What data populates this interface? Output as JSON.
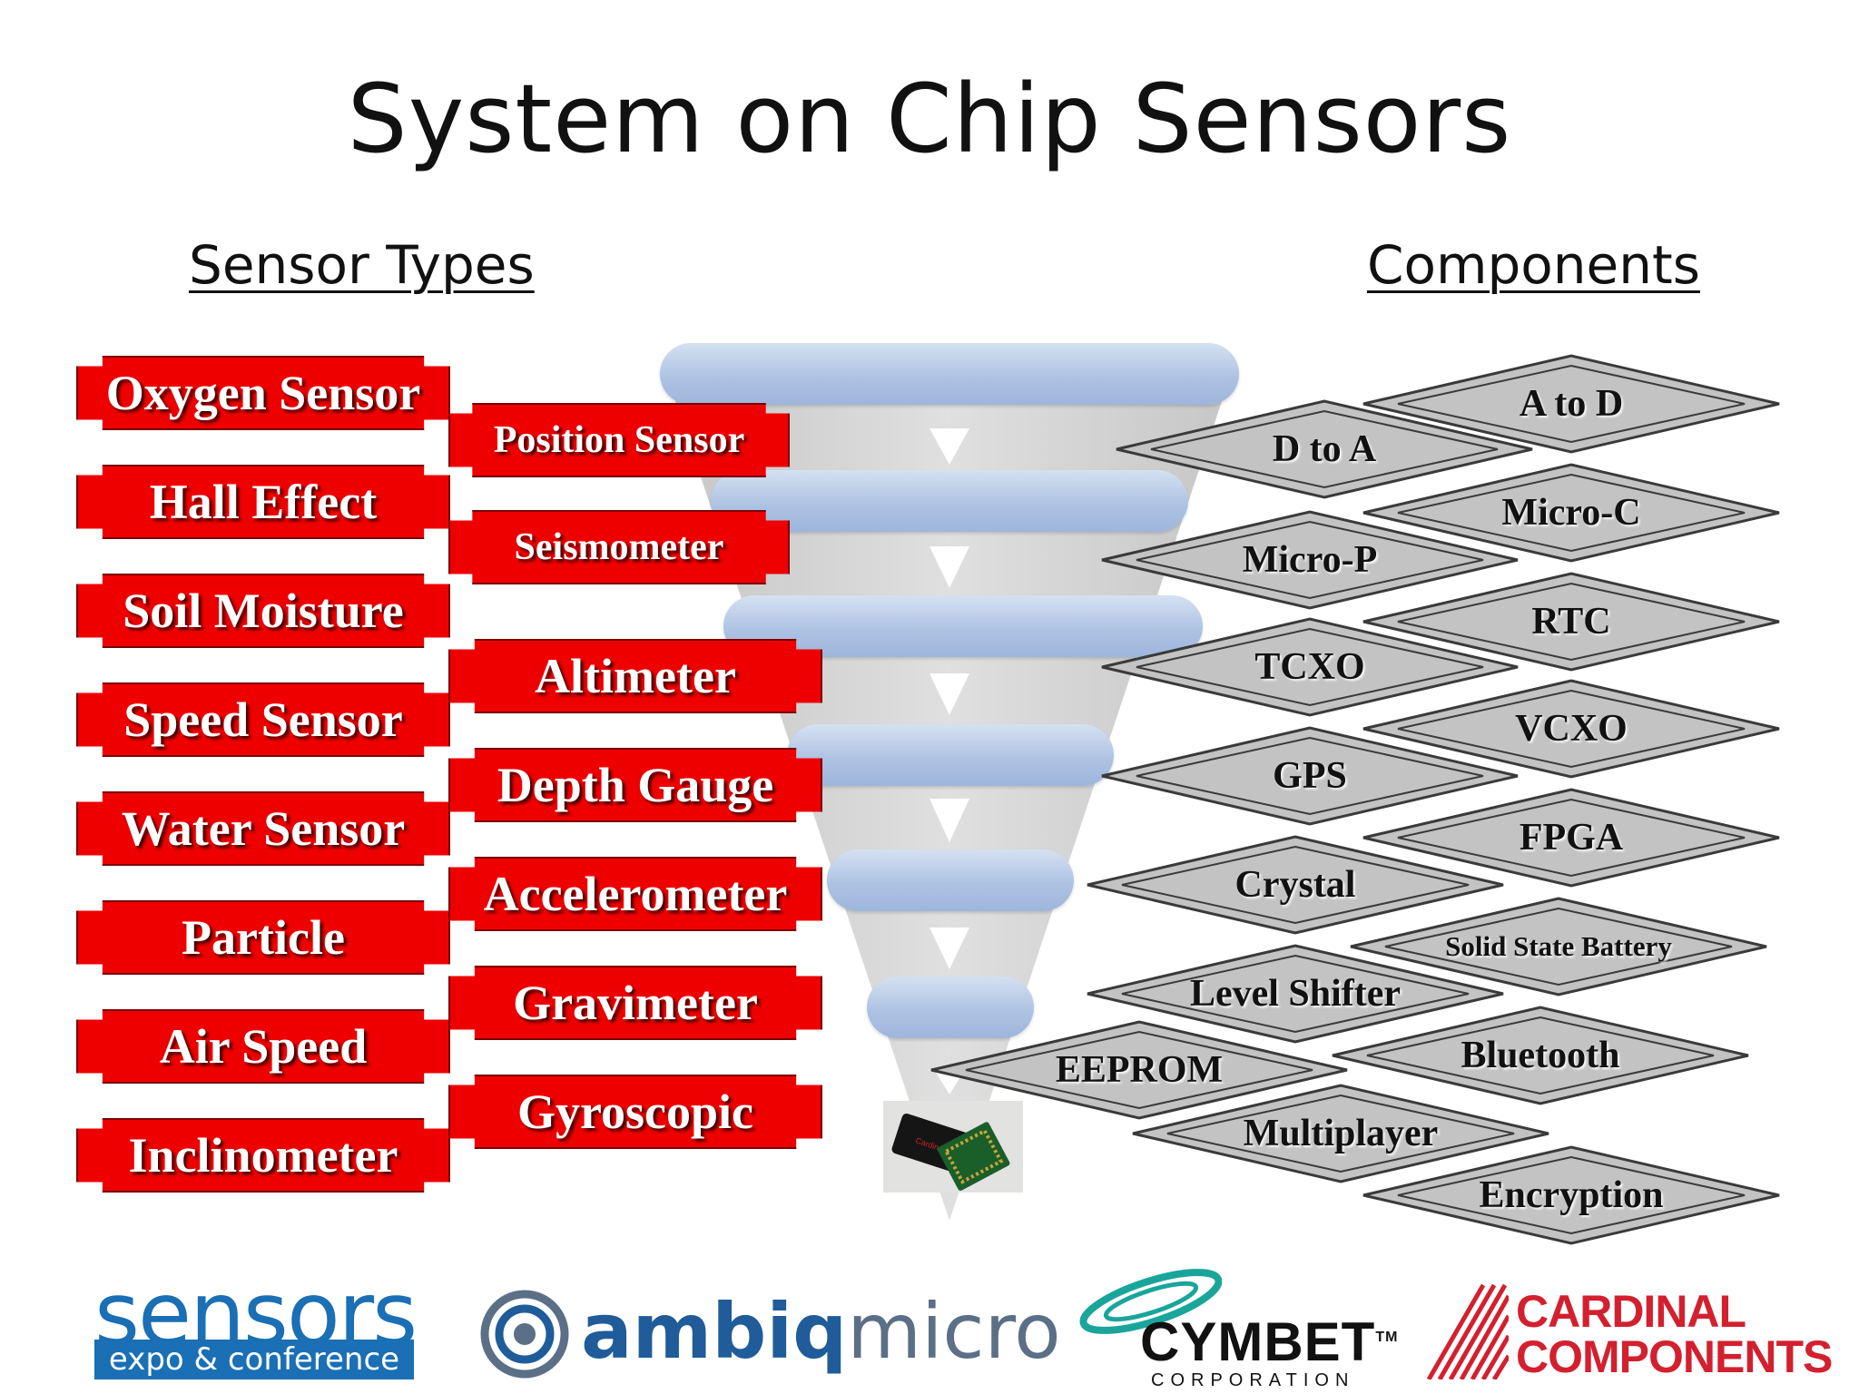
{
  "slide": {
    "title": "System on Chip Sensors",
    "left_heading": "Sensor Types",
    "right_heading": "Components"
  },
  "sensor_types": {
    "column1": [
      "Oxygen Sensor",
      "Hall Effect",
      "Soil Moisture",
      "Speed Sensor",
      "Water Sensor",
      "Particle",
      "Air Speed",
      "Inclinometer"
    ],
    "column2": [
      "Position Sensor",
      "Seismometer",
      "Altimeter",
      "Depth Gauge",
      "Accelerometer",
      "Gravimeter",
      "Gyroscopic"
    ]
  },
  "components": [
    "A to D",
    "D to A",
    "Micro-C",
    "Micro-P",
    "RTC",
    "TCXO",
    "VCXO",
    "GPS",
    "FPGA",
    "Crystal",
    "Solid State Battery",
    "Level Shifter",
    "Bluetooth",
    "EEPROM",
    "Multiplayer",
    "Encryption"
  ],
  "chip_photo": {
    "label": "Cardinal"
  },
  "logos": {
    "sensors": {
      "word": "sensors",
      "tagline": "expo & conference"
    },
    "ambiq": {
      "bold": "ambiq",
      "light": "micro"
    },
    "cymbet": {
      "name": "CYMBET",
      "trademark": "TM",
      "sub": "CORPORATION"
    },
    "cardinal": {
      "line1": "CARDINAL",
      "line2": "COMPONENTS"
    }
  },
  "colors": {
    "ribbon_red": "#ee0000",
    "funnel_bar": "#aec3e3",
    "diamond_fill": "#c3c3c3",
    "sensors_blue": "#1a6fb5",
    "cardinal_red": "#d3202f"
  }
}
